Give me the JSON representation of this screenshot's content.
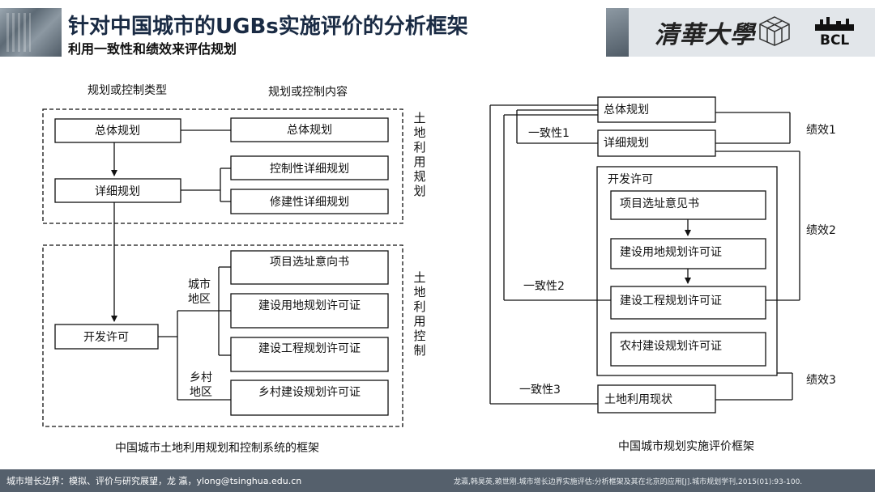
{
  "header": {
    "title": "针对中国城市的UGBs实施评价的分析框架",
    "subtitle": "利用一致性和绩效来评估规划",
    "university_logo_text": "清華大學",
    "lab_logo_text": "BCL"
  },
  "left_diagram": {
    "col_header_type": "规划或控制类型",
    "col_header_content": "规划或控制内容",
    "group_land_use_planning": "土地利用规划",
    "group_land_use_control": "土地利用控制",
    "node_master_plan": "总体规划",
    "node_detailed_plan": "详细规划",
    "node_dev_permit": "开发许可",
    "content_master_plan": "总体规划",
    "content_regulatory_plan": "控制性详细规划",
    "content_constructive_plan": "修建性详细规划",
    "content_site_selection": "项目选址意向书",
    "content_land_permit": "建设用地规划许可证",
    "content_engineering_permit": "建设工程规划许可证",
    "content_rural_permit": "乡村建设规划许可证",
    "label_urban_area": "城市地区",
    "label_rural_area": "乡村地区",
    "caption": "中国城市土地利用规划和控制系统的框架"
  },
  "right_diagram": {
    "box_master_plan": "总体规划",
    "box_detailed_plan": "详细规划",
    "box_dev_permit": "开发许可",
    "box_site_selection": "项目选址意见书",
    "box_land_permit": "建设用地规划许可证",
    "box_engineering_permit": "建设工程规划许可证",
    "box_rural_permit": "农村建设规划许可证",
    "box_land_status": "土地利用现状",
    "conformance_1": "一致性1",
    "conformance_2": "一致性2",
    "conformance_3": "一致性3",
    "performance_1": "绩效1",
    "performance_2": "绩效2",
    "performance_3": "绩效3",
    "caption": "中国城市规划实施评价框架"
  },
  "footer": {
    "left": "城市增长边界：模拟、评价与研究展望，龙 瀛，ylong@tsinghua.edu.cn",
    "right": "龙瀛,韩昊英,赖世刚.城市增长边界实施评估:分析框架及其在北京的应用[J].城市规划学刊,2015(01):93-100."
  },
  "colors": {
    "title": "#1a2b44",
    "footer_bg": "#55606c",
    "logo_panel": "#e2e6ea",
    "line": "#111111"
  }
}
